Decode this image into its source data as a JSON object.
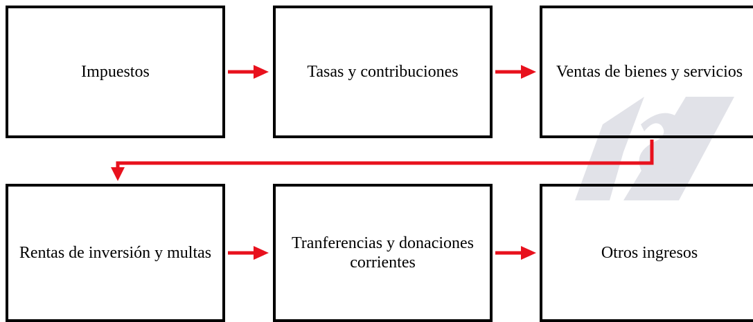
{
  "diagram": {
    "boxes": [
      {
        "id": "impuestos",
        "label": "Impuestos"
      },
      {
        "id": "tasas",
        "label": "Tasas y contribuciones"
      },
      {
        "id": "ventas",
        "label": "Ventas de bienes y servicios"
      },
      {
        "id": "rentas",
        "label": "Rentas de inversión y multas"
      },
      {
        "id": "transferencias",
        "label": "Tranferencias y donaciones corrientes"
      },
      {
        "id": "otros",
        "label": "Otros ingresos"
      }
    ],
    "colors": {
      "arrow": "#e8111d",
      "border": "#000000",
      "watermark": "#c9cbd6"
    }
  }
}
